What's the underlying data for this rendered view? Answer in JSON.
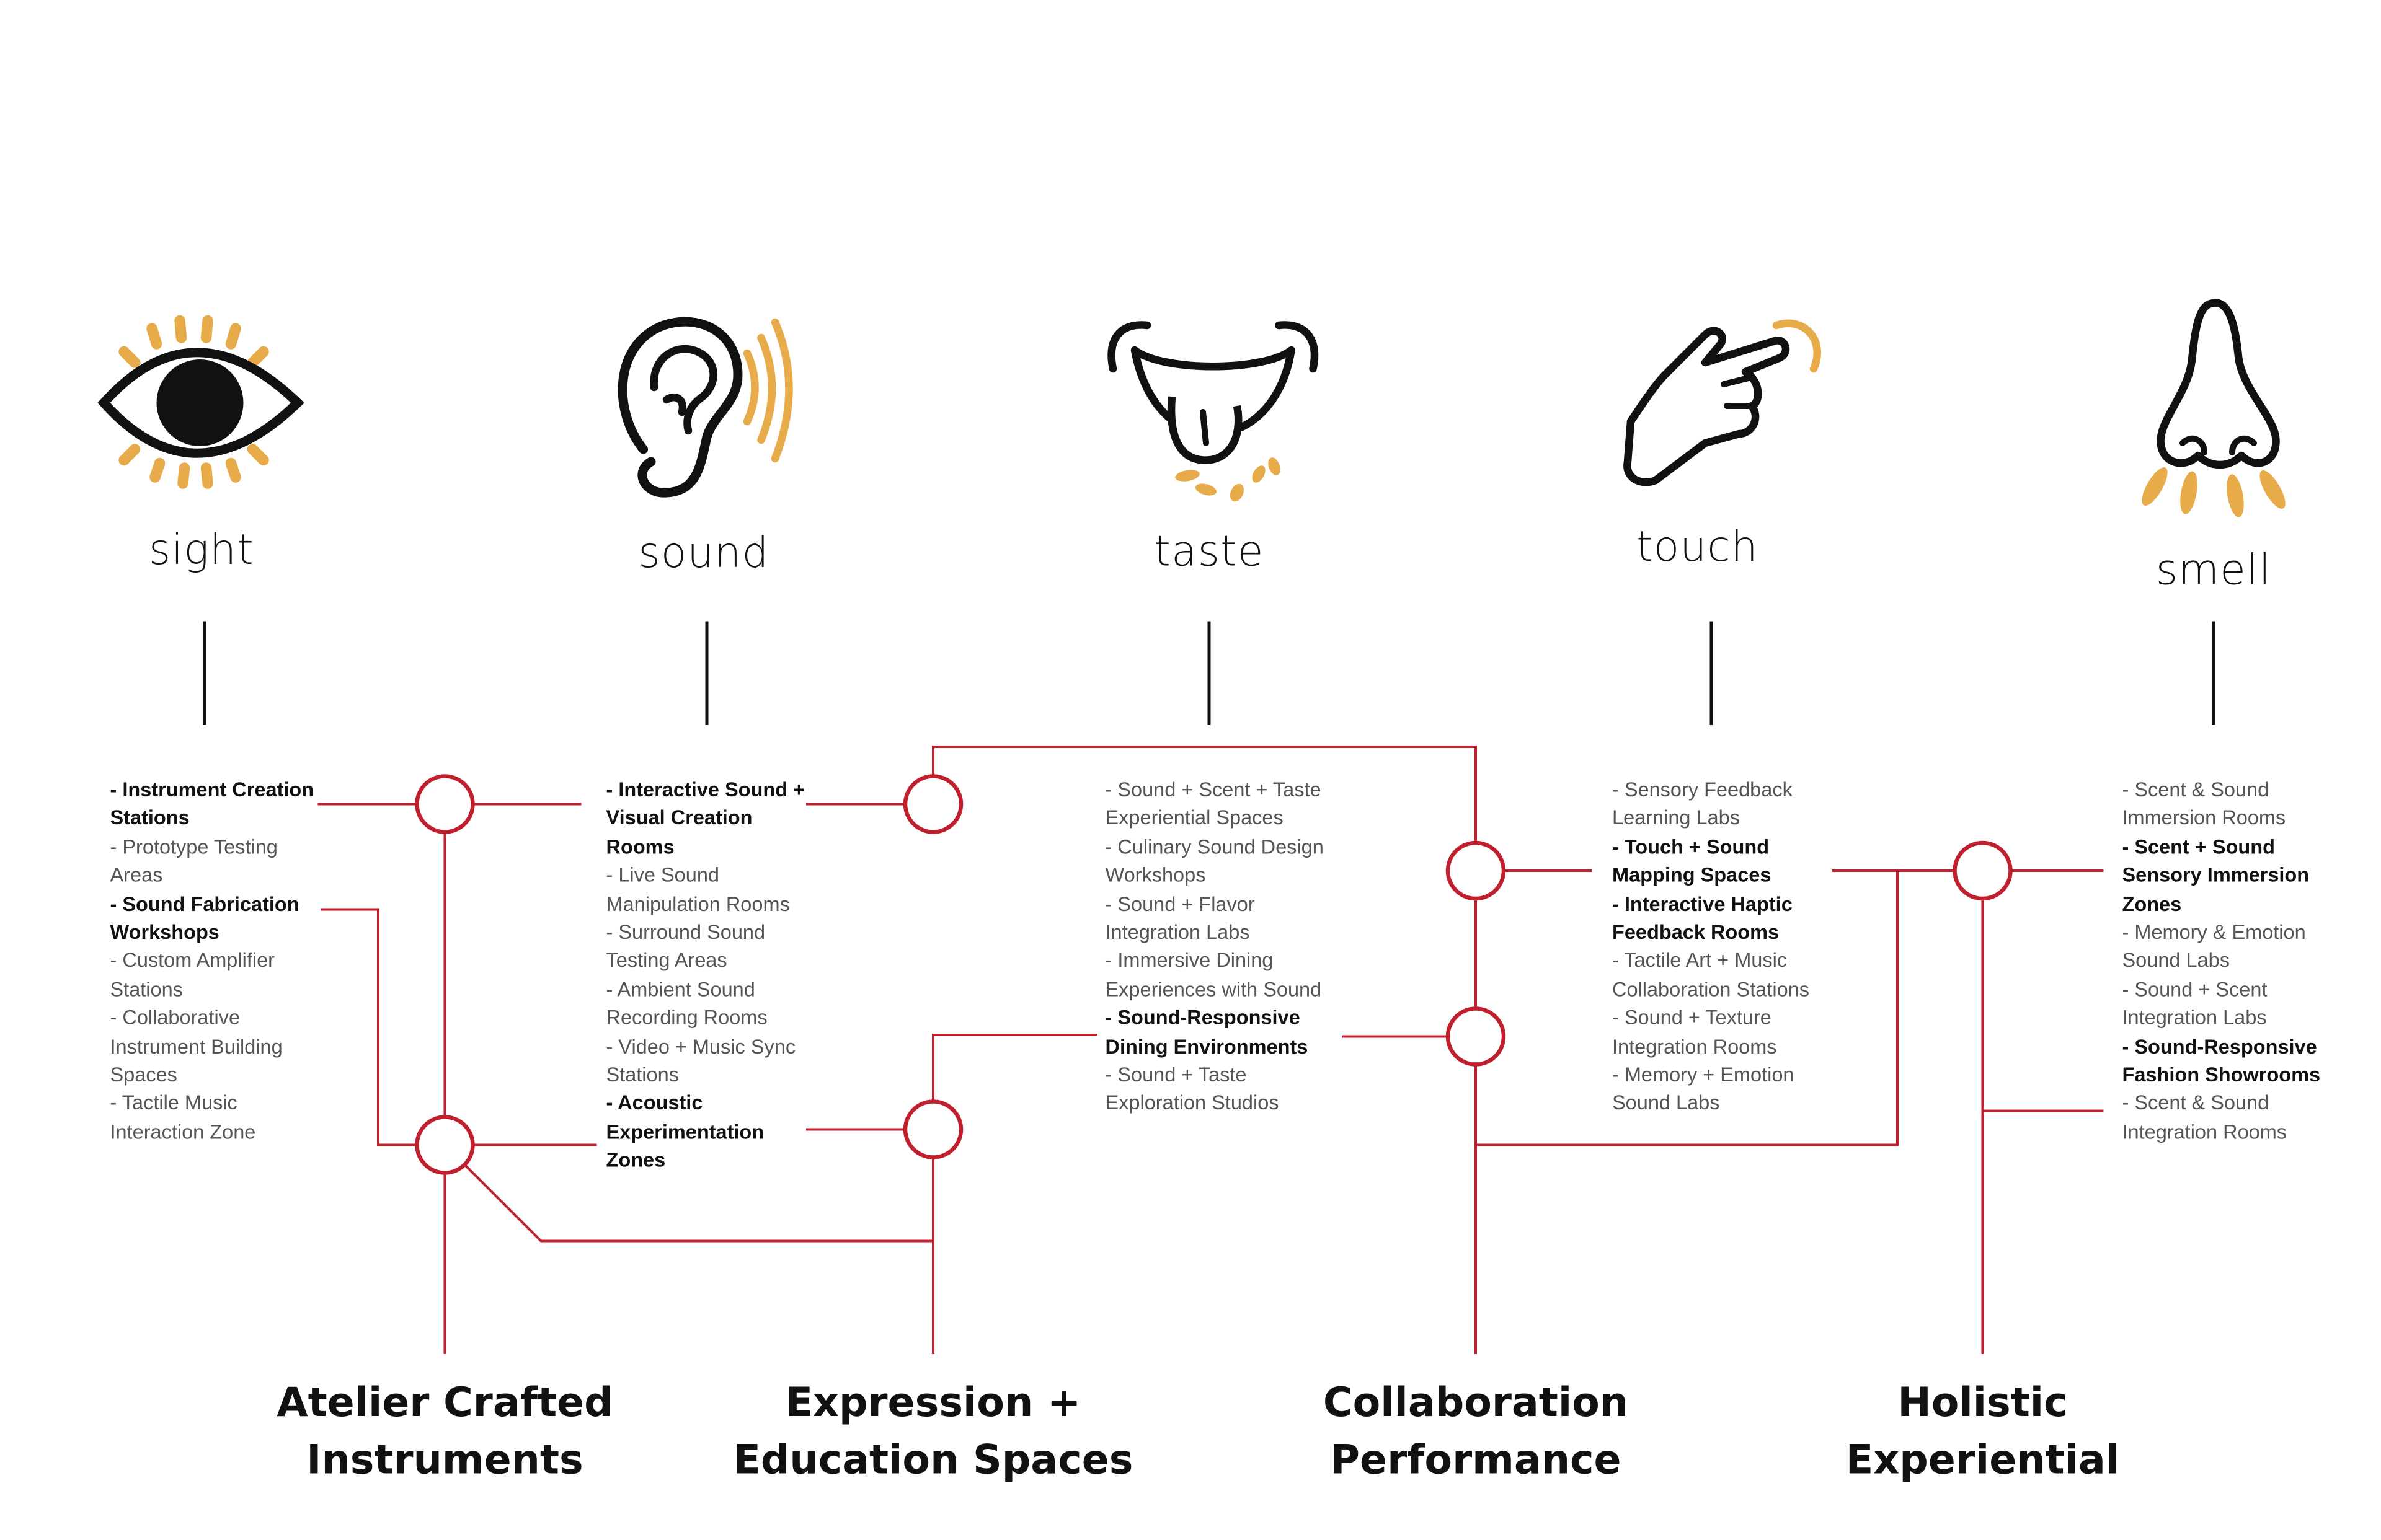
{
  "colors": {
    "accent": "#c0202e",
    "icon_highlight": "#e8ab4a",
    "icon_line": "#111111"
  },
  "senses": [
    {
      "label": "sight",
      "icon": "eye-icon"
    },
    {
      "label": "sound",
      "icon": "ear-icon"
    },
    {
      "label": "taste",
      "icon": "tongue-icon"
    },
    {
      "label": "touch",
      "icon": "hand-icon"
    },
    {
      "label": "smell",
      "icon": "nose-icon"
    }
  ],
  "columns": [
    {
      "items": [
        {
          "text": "- Instrument Creation Stations",
          "bold": true
        },
        {
          "text": "- Prototype Testing Areas",
          "bold": false
        },
        {
          "text": "- Sound Fabrication Workshops",
          "bold": true
        },
        {
          "text": "- Custom Amplifier Stations",
          "bold": false
        },
        {
          "text": "- Collaborative Instrument Building Spaces",
          "bold": false
        },
        {
          "text": "- Tactile Music Interaction Zone",
          "bold": false
        }
      ]
    },
    {
      "items": [
        {
          "text": "- Interactive Sound + Visual Creation Rooms",
          "bold": true
        },
        {
          "text": "- Live Sound Manipulation Rooms",
          "bold": false
        },
        {
          "text": "- Surround Sound Testing Areas",
          "bold": false
        },
        {
          "text": "- Ambient Sound Recording Rooms",
          "bold": false
        },
        {
          "text": "- Video + Music Sync Stations",
          "bold": false
        },
        {
          "text": "- Acoustic Experimentation Zones",
          "bold": true
        }
      ]
    },
    {
      "items": [
        {
          "text": "- Sound + Scent + Taste Experiential Spaces",
          "bold": false
        },
        {
          "text": "- Culinary Sound Design Workshops",
          "bold": false
        },
        {
          "text": "- Sound + Flavor Integration Labs",
          "bold": false
        },
        {
          "text": "- Immersive Dining Experiences with Sound",
          "bold": false
        },
        {
          "text": "- Sound-Responsive Dining Environments",
          "bold": true
        },
        {
          "text": "- Sound + Taste Exploration Studios",
          "bold": false
        }
      ]
    },
    {
      "items": [
        {
          "text": "- Sensory Feedback Learning Labs",
          "bold": false
        },
        {
          "text": "- Touch + Sound Mapping Spaces",
          "bold": true
        },
        {
          "text": "- Interactive Haptic Feedback Rooms",
          "bold": true
        },
        {
          "text": "- Tactile Art + Music Collaboration Stations",
          "bold": false
        },
        {
          "text": "- Sound + Texture Integration Rooms",
          "bold": false
        },
        {
          "text": "- Memory + Emotion Sound Labs",
          "bold": false
        }
      ]
    },
    {
      "items": [
        {
          "text": "- Scent & Sound Immersion Rooms",
          "bold": false
        },
        {
          "text": "- Scent + Sound Sensory Immersion Zones",
          "bold": true
        },
        {
          "text": "- Memory & Emotion Sound Labs",
          "bold": false
        },
        {
          "text": "- Sound + Scent Integration Labs",
          "bold": false
        },
        {
          "text": "- Sound-Responsive Fashion Showrooms",
          "bold": true
        },
        {
          "text": "- Scent & Sound Integration Rooms",
          "bold": false
        }
      ]
    }
  ],
  "categories": [
    {
      "line1": "Atelier Crafted",
      "line2": "Instruments"
    },
    {
      "line1": "Expression +",
      "line2": "Education Spaces"
    },
    {
      "line1": "Collaboration",
      "line2": "Performance"
    },
    {
      "line1": "Holistic",
      "line2": "Experiential"
    }
  ]
}
